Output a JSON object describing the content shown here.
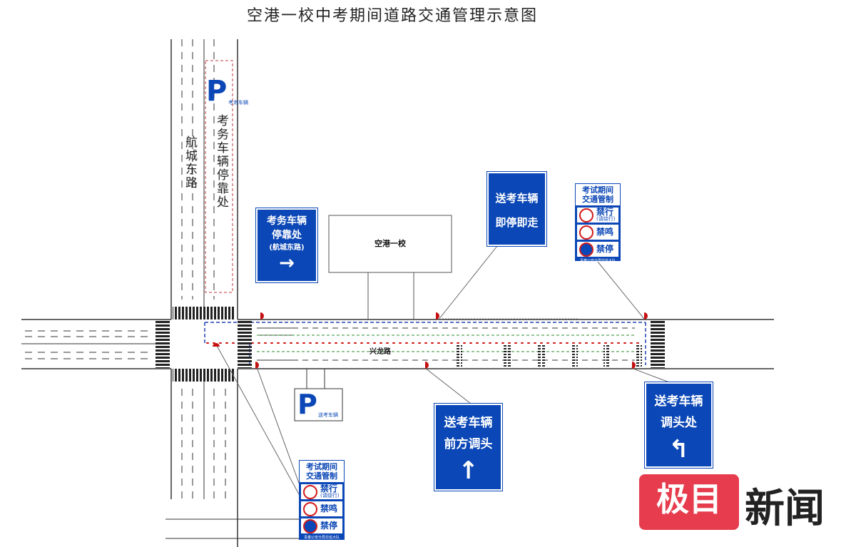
{
  "title": "空港一校中考期间道路交通管理示意图",
  "roads": {
    "north_south": "航城东路",
    "east_west": "兴龙路"
  },
  "school_label": "空港一校",
  "staff_parking": {
    "p_letter": "P",
    "small_label": "考务车辆",
    "vertical_label": "考务车辆停靠处"
  },
  "dropoff_parking": {
    "p_letter": "P",
    "small_label": "送考车辆"
  },
  "signs": {
    "staff_stop": {
      "line1": "考务车辆",
      "line2": "停靠处",
      "line3": "(航城东路)",
      "arrow": "→"
    },
    "quick_drop": {
      "line1": "送考车辆",
      "line2": "即停即走"
    },
    "uturn_ahead": {
      "line1": "送考车辆",
      "line2": "前方调头",
      "arrow": "↑"
    },
    "uturn_here": {
      "line1": "送考车辆",
      "line2": "调头处",
      "arrow": "↰"
    },
    "control_upper": {
      "head1": "考试期间",
      "head2": "交通管制",
      "r1": "禁行",
      "r1sub": "(请绕行)",
      "r2": "禁鸣",
      "r3": "禁停",
      "foot": "青秦公安分局交巡大队"
    },
    "control_lower": {
      "head1": "考试期间",
      "head2": "交通管制",
      "r1": "禁行",
      "r1sub": "(请绕行)",
      "r2": "禁鸣",
      "r3": "禁停",
      "foot": "青秦公安分局交巡大队"
    }
  },
  "watermark": {
    "box": "极目",
    "text": "新闻"
  },
  "colors": {
    "sign_blue": "#0b47b6",
    "prohibit_red": "#d31b1b",
    "cone_red": "#d01010",
    "logo_red": "#e63c4d"
  }
}
